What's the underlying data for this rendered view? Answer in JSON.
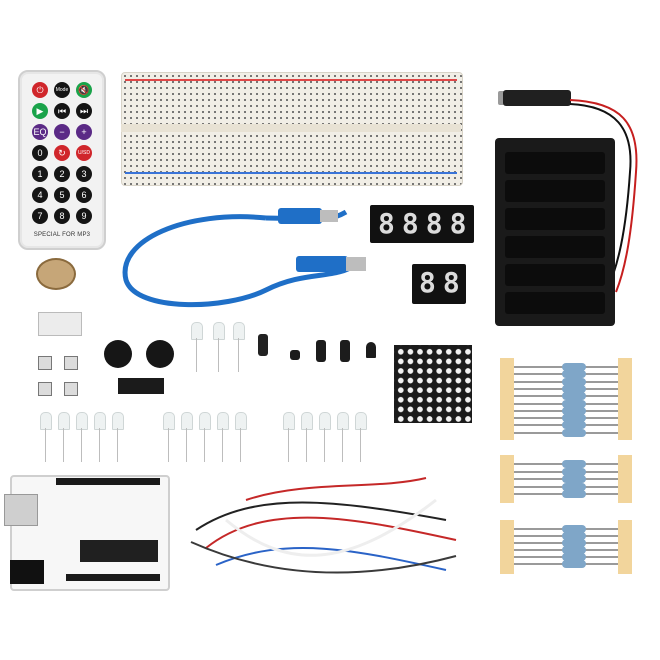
{
  "photo": {
    "subject": "electronics-starter-kit",
    "remote": {
      "buttons": [
        [
          "⏻",
          "Mode",
          "🔇"
        ],
        [
          "▶",
          "⏮",
          "⏭"
        ],
        [
          "EQ",
          "−",
          "+"
        ],
        [
          "0",
          "↻",
          "U/SD"
        ],
        [
          "1",
          "2",
          "3"
        ],
        [
          "4",
          "5",
          "6"
        ],
        [
          "7",
          "8",
          "9"
        ]
      ],
      "label": "SPECIAL FOR MP3"
    },
    "seven_segment_4": "8888",
    "seven_segment_2": "88",
    "colors": {
      "usb_cable": "#1f6fc7",
      "breadboard": "#f1eee6",
      "battery_holder": "#1a1a1a",
      "remote_red": "#d0262b",
      "remote_green": "#1aa34a",
      "remote_purple": "#5b2a86"
    }
  }
}
